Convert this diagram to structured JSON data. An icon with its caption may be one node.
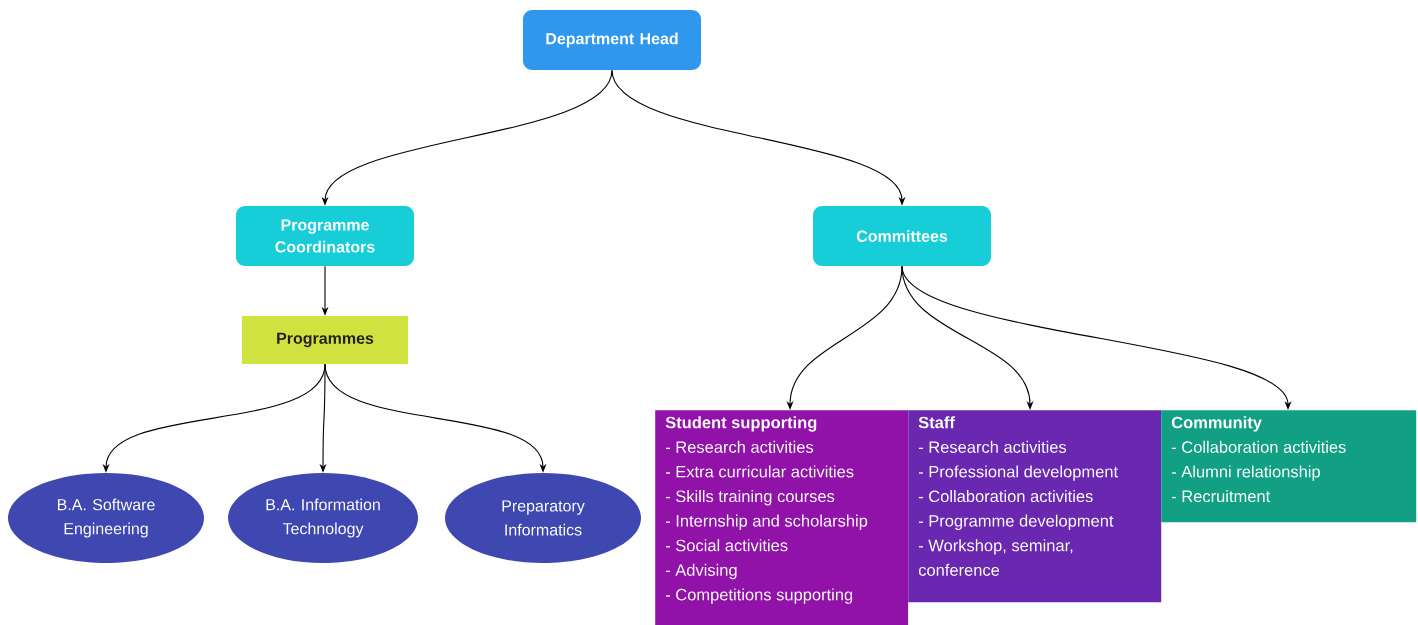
{
  "diagram": {
    "nodes": [
      {
        "text": [
          "Department Head"
        ]
      },
      {
        "text": [
          "Programme Coordinators"
        ]
      },
      {
        "text": [
          "Committees"
        ]
      },
      {
        "text": [
          "Programmes"
        ]
      },
      {
        "text": [
          "B.A. Software Engineering"
        ]
      },
      {
        "text": [
          "B.A. Information Technology"
        ]
      },
      {
        "text": [
          "Preparatory Informatics"
        ]
      },
      {
        "text": [
          "Student supporting",
          "- Research activities",
          "- Extra curricular activities",
          "- Skills training courses",
          "- Internship and scholarship",
          "- Social activities",
          "- Advising",
          "- Competitions supporting"
        ]
      },
      {
        "text": [
          "Staff",
          "- Research activities",
          "- Professional development",
          "- Collaboration activities",
          "- Programme development",
          "- Workshop, seminar, conference"
        ]
      },
      {
        "text": [
          "Community",
          "- Collaboration activities",
          "- Alumni relationship",
          "- Recruitment"
        ]
      }
    ],
    "edges": [
      {
        "from": 0,
        "to": 1,
        "arrow": "to"
      },
      {
        "from": 0,
        "to": 2,
        "arrow": "to"
      },
      {
        "from": 1,
        "to": 3,
        "arrow": "to"
      },
      {
        "from": 3,
        "to": 4,
        "arrow": "to"
      },
      {
        "from": 3,
        "to": 5,
        "arrow": "to"
      },
      {
        "from": 3,
        "to": 6,
        "arrow": "to"
      },
      {
        "from": 2,
        "to": 7,
        "arrow": "to"
      },
      {
        "from": 2,
        "to": 8,
        "arrow": "to"
      },
      {
        "from": 2,
        "to": 9,
        "arrow": "to"
      }
    ]
  }
}
